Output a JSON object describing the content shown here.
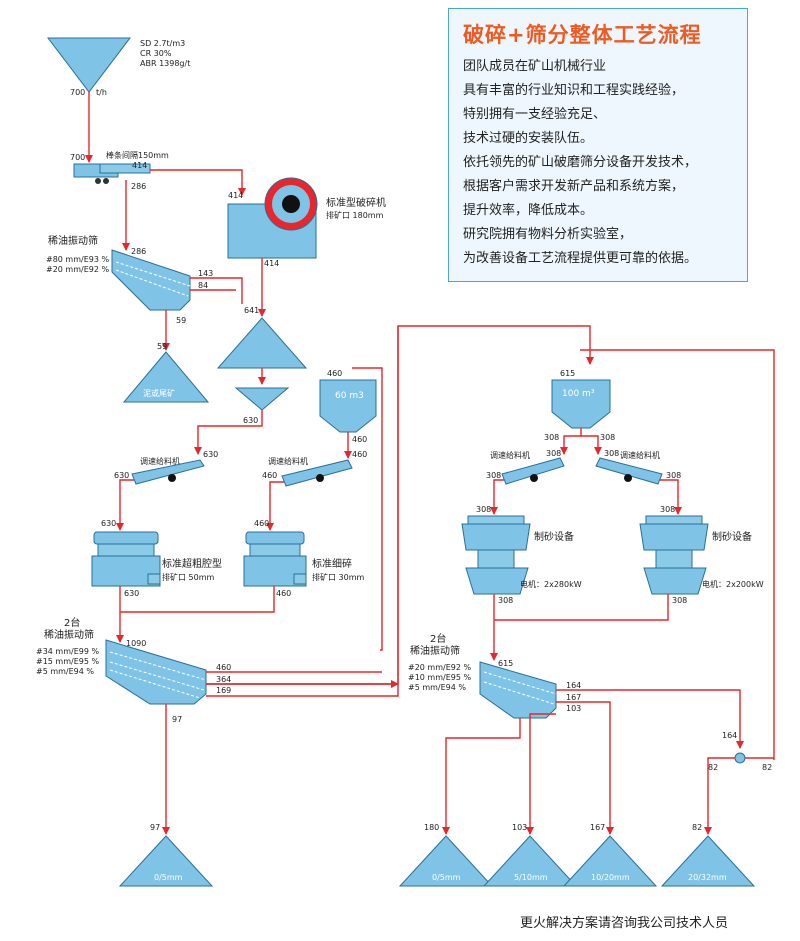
{
  "title": "破碎+筛分整体工艺流程",
  "description_lines": [
    "团队成员在矿山机械行业",
    "具有丰富的行业知识和工程实践经验，",
    "特别拥有一支经验充足、",
    "技术过硬的安装队伍。",
    "依托领先的矿山破磨筛分设备开发技术，",
    "根据客户需求开发新产品和系统方案，",
    "提升效率，降低成本。",
    "研究院拥有物料分析实验室，",
    "为改善设备工艺流程提供更可靠的依据。"
  ],
  "footer": "更火解决方案请咨询我公司技术人员",
  "feed": {
    "sd": "SD  2.7t/m3",
    "cr": "CR  30%",
    "abr": "ABR  1398g/t",
    "rate": "700",
    "unit": "t/h"
  },
  "grizzly": {
    "label": "棒条间隔150mm",
    "in": "700",
    "over": "414",
    "under": "286"
  },
  "jaw": {
    "name": "标准型破碎机",
    "setting": "排矿口 180mm",
    "in": "414",
    "out": "414"
  },
  "screen1": {
    "name": "稀油振动筛",
    "spec1": "#80 mm/E93 %",
    "spec2": "#20 mm/E92 %",
    "in": "286",
    "o1": "143",
    "o2": "84",
    "o3": "59"
  },
  "waste": {
    "label": "泥或尾矿",
    "value": "59",
    "in_top": "59"
  },
  "stockpile": {
    "in": "641",
    "out": "630"
  },
  "bin1": {
    "label": "60 m3",
    "in": "460",
    "out": "460"
  },
  "feeder1": {
    "label": "调速给料机",
    "in": "630",
    "out": "630"
  },
  "feeder2": {
    "label": "调速给料机",
    "in": "460",
    "out": "460"
  },
  "cone1": {
    "name": "标准超粗腔型",
    "setting": "排矿口 50mm",
    "in": "630",
    "out": "630"
  },
  "cone2": {
    "name": "标准细碎",
    "setting": "排矿口 30mm",
    "in": "460",
    "out": "460"
  },
  "screen2": {
    "count": "2台",
    "name": "稀油振动筛",
    "spec1": "#34 mm/E99 %",
    "spec2": "#15 mm/E95 %",
    "spec3": "#5 mm/E94 %",
    "in": "1090",
    "o1": "460",
    "o2": "364",
    "o3": "169",
    "o4": "97"
  },
  "product1": {
    "label": "0/5mm",
    "value": "97"
  },
  "bin2": {
    "label": "100 m³",
    "in": "615",
    "left": "308",
    "right": "308"
  },
  "feeder3": {
    "label": "调速给料机",
    "in": "308",
    "out": "308"
  },
  "feeder4": {
    "label": "调速给料机",
    "in": "308",
    "out": "308"
  },
  "sand1": {
    "name": "制砂设备",
    "motor": "电机：2x280kW",
    "in": "308",
    "out": "308"
  },
  "sand2": {
    "name": "制砂设备",
    "motor": "电机：2x200kW",
    "in": "308",
    "out": "308"
  },
  "screen3": {
    "count": "2台",
    "name": "稀油振动筛",
    "spec1": "#20 mm/E92 %",
    "spec2": "#10 mm/E95 %",
    "spec3": "#5 mm/E94 %",
    "in": "615",
    "o1": "164",
    "o2": "167",
    "o3": "103"
  },
  "splitter": {
    "in": "164",
    "left": "82",
    "right": "82"
  },
  "products": [
    {
      "label": "0/5mm",
      "value": "180"
    },
    {
      "label": "5/10mm",
      "value": "103"
    },
    {
      "label": "10/20mm",
      "value": "167"
    },
    {
      "label": "20/32mm",
      "value": "82"
    }
  ],
  "colors": {
    "flow": "#e8262c",
    "equipment": "#7fc4e6",
    "outline": "#2a6f96",
    "title": "#f05a22"
  }
}
